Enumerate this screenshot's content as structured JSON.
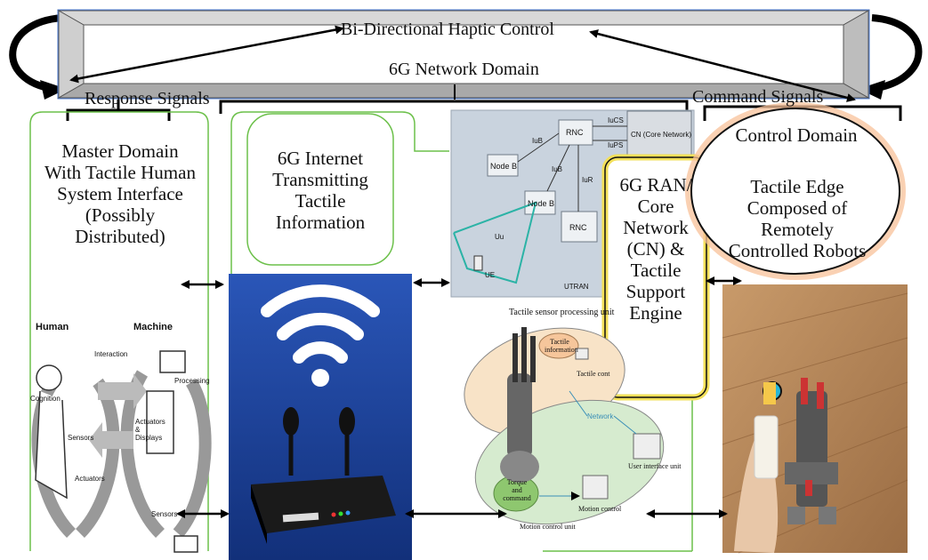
{
  "header": {
    "top_label": "Bi-Directional Haptic Control",
    "network_label": "6G Network Domain",
    "response_label": "Response Signals",
    "command_label": "Command Signals"
  },
  "master": {
    "title": "Master Domain With Tactile Human System Interface (Possibly Distributed)",
    "human_label": "Human",
    "machine_label": "Machine",
    "interaction_label": "Interaction",
    "cognition_label": "Cognition",
    "processing_label": "Processing",
    "sensors_label_1": "Sensors",
    "actuators_label": "Actuators",
    "actuators_displays_label": "Actuators & Displays",
    "sensors_label_2": "Sensors"
  },
  "internet": {
    "title": "6G Internet Transmitting Tactile Information"
  },
  "utran": {
    "rnc_top": "RNC",
    "rnc_bottom": "RNC",
    "node_b_1": "Node B",
    "node_b_2": "Node B",
    "iub_1": "IuB",
    "iub_2": "IuB",
    "iur": "IuR",
    "iucs": "IuCS",
    "iups": "IuPS",
    "cn": "CN (Core Network)",
    "uu": "Uu",
    "ue": "UE",
    "utran_label": "UTRAN"
  },
  "ran": {
    "title": "6G RAN/ Core Network (CN) & Tactile Support Engine"
  },
  "tactile_unit": {
    "sensor_unit": "Tactile sensor processing unit",
    "tactile_info": "Tactile information",
    "tactile_ctrl": "Tactile cont",
    "network": "Network",
    "torque": "Torque and command",
    "motion_control": "Motion control",
    "motion_unit": "Motion control unit",
    "ui_unit": "User interface unit"
  },
  "control": {
    "title": "Control Domain",
    "body": "Tactile Edge Composed of Remotely Controlled Robots"
  },
  "colors": {
    "frame_blue": "#4f7fd8",
    "wifi_bg": "#1c3f96",
    "utran_bg": "#c9d3de",
    "ran_border": "#f3e05a",
    "control_glow": "#f5a15c",
    "green_line": "#6cc04a"
  }
}
